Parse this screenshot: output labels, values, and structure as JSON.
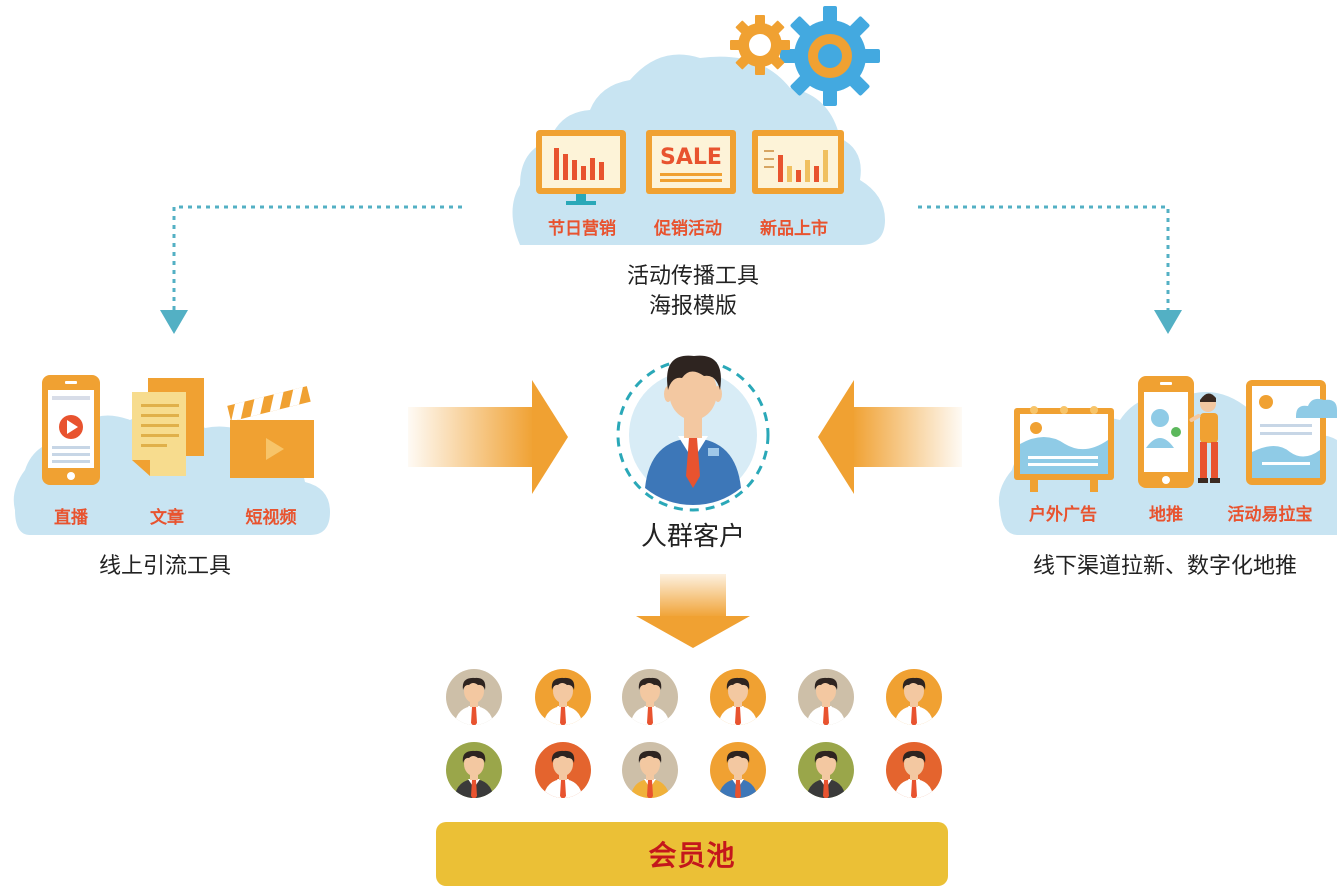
{
  "top_cloud": {
    "items": [
      "节日营销",
      "促销活动",
      "新品上市"
    ],
    "sale_text": "SALE",
    "caption_line1": "活动传播工具",
    "caption_line2": "海报模版"
  },
  "left_cloud": {
    "items": [
      "直播",
      "文章",
      "短视频"
    ],
    "caption": "线上引流工具"
  },
  "right_cloud": {
    "items": [
      "户外广告",
      "地推",
      "活动易拉宝"
    ],
    "caption": "线下渠道拉新、数字化地推"
  },
  "center": {
    "label": "人群客户"
  },
  "pool": {
    "label": "会员池"
  },
  "colors": {
    "cloud": "#c8e4f2",
    "orange": "#f0a132",
    "red_label": "#e8532f",
    "teal": "#2aa8b8",
    "pool_bar": "#ebc036",
    "pool_text": "#c4171c"
  },
  "avatar_backgrounds": [
    "#cdbfa8",
    "#f0a132",
    "#cdbfa8",
    "#f0a132",
    "#cdbfa8",
    "#f0a132",
    "#9aa64a",
    "#e4642e",
    "#cdbfa8",
    "#f0a132",
    "#9aa64a",
    "#e4642e"
  ],
  "icons": [
    "gear-icon",
    "monitor-chart-icon",
    "sale-board-icon",
    "bar-chart-board-icon",
    "phone-play-icon",
    "document-icon",
    "clapperboard-icon",
    "billboard-icon",
    "phone-person-icon",
    "promoter-figure-icon",
    "rollup-banner-icon",
    "customer-avatar-icon"
  ]
}
